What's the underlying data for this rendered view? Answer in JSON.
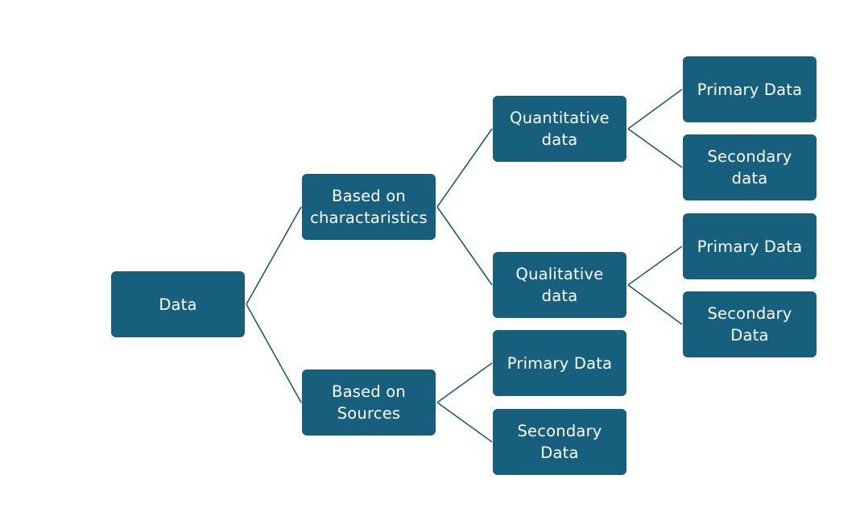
{
  "diagram": {
    "root": {
      "label": "Data"
    },
    "characteristics": {
      "label": "Based on\ncharactaristics",
      "quantitative": {
        "label": "Quantitative\ndata",
        "primary": "Primary Data",
        "secondary": "Secondary\ndata"
      },
      "qualitative": {
        "label": "Qualitative\ndata",
        "primary": "Primary Data",
        "secondary": "Secondary\nData"
      }
    },
    "sources": {
      "label": "Based on\nSources",
      "primary": "Primary Data",
      "secondary": "Secondary\nData"
    }
  },
  "colors": {
    "node_fill": "#16607e",
    "node_text": "#ffffff",
    "connector": "#1a5b7a"
  }
}
